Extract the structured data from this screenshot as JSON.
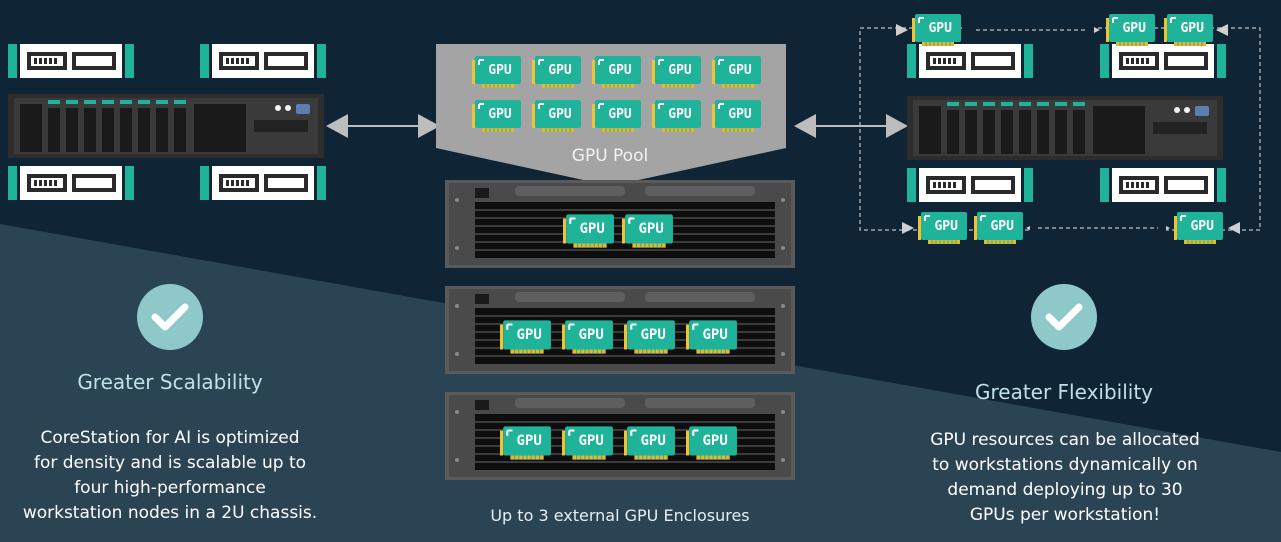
{
  "gpu_label": "GPU",
  "pool": {
    "label": "GPU Pool"
  },
  "enclosures": {
    "label": "Up to 3 external GPU Enclosures"
  },
  "left_panel": {
    "title": "Greater Scalability",
    "lines": [
      "CoreStation for AI is optimized",
      "for density and is scalable up to",
      "four high-performance",
      "workstation nodes in a 2U chassis."
    ]
  },
  "right_panel": {
    "title": "Greater Flexibility",
    "lines": [
      "GPU resources can be allocated",
      "to workstations dynamically on",
      "demand deploying up to 30",
      "GPUs per workstation!"
    ]
  },
  "icons": [
    "check-icon",
    "gpu-card-icon",
    "server-chassis-icon",
    "workstation-node-icon",
    "double-arrow-icon"
  ],
  "colors": {
    "background": "#0f2535",
    "lower_panel": "#2b4453",
    "gpu_card": "#1fb39a",
    "gpu_contacts": "#e9b52f",
    "accent_check": "#8fc8c8",
    "pool_gray": "#a4a4a4"
  }
}
